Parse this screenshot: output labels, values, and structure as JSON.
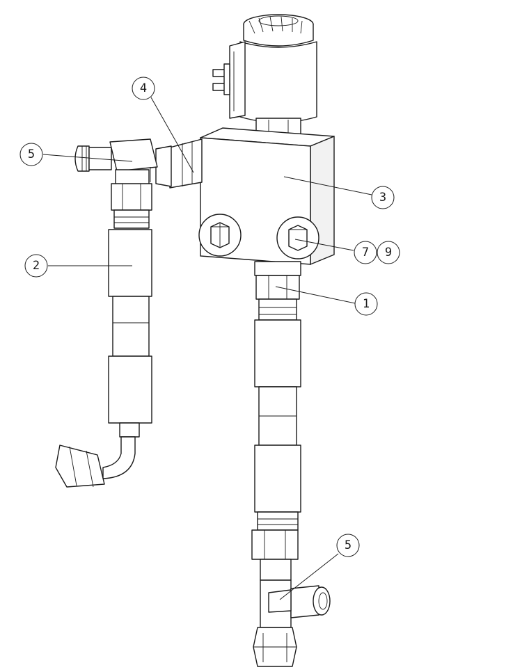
{
  "callouts": {
    "b1": "1",
    "b2": "2",
    "b3": "3",
    "b4": "4",
    "b5_top": "5",
    "b5_bottom": "5",
    "b7": "7",
    "b9": "9"
  }
}
